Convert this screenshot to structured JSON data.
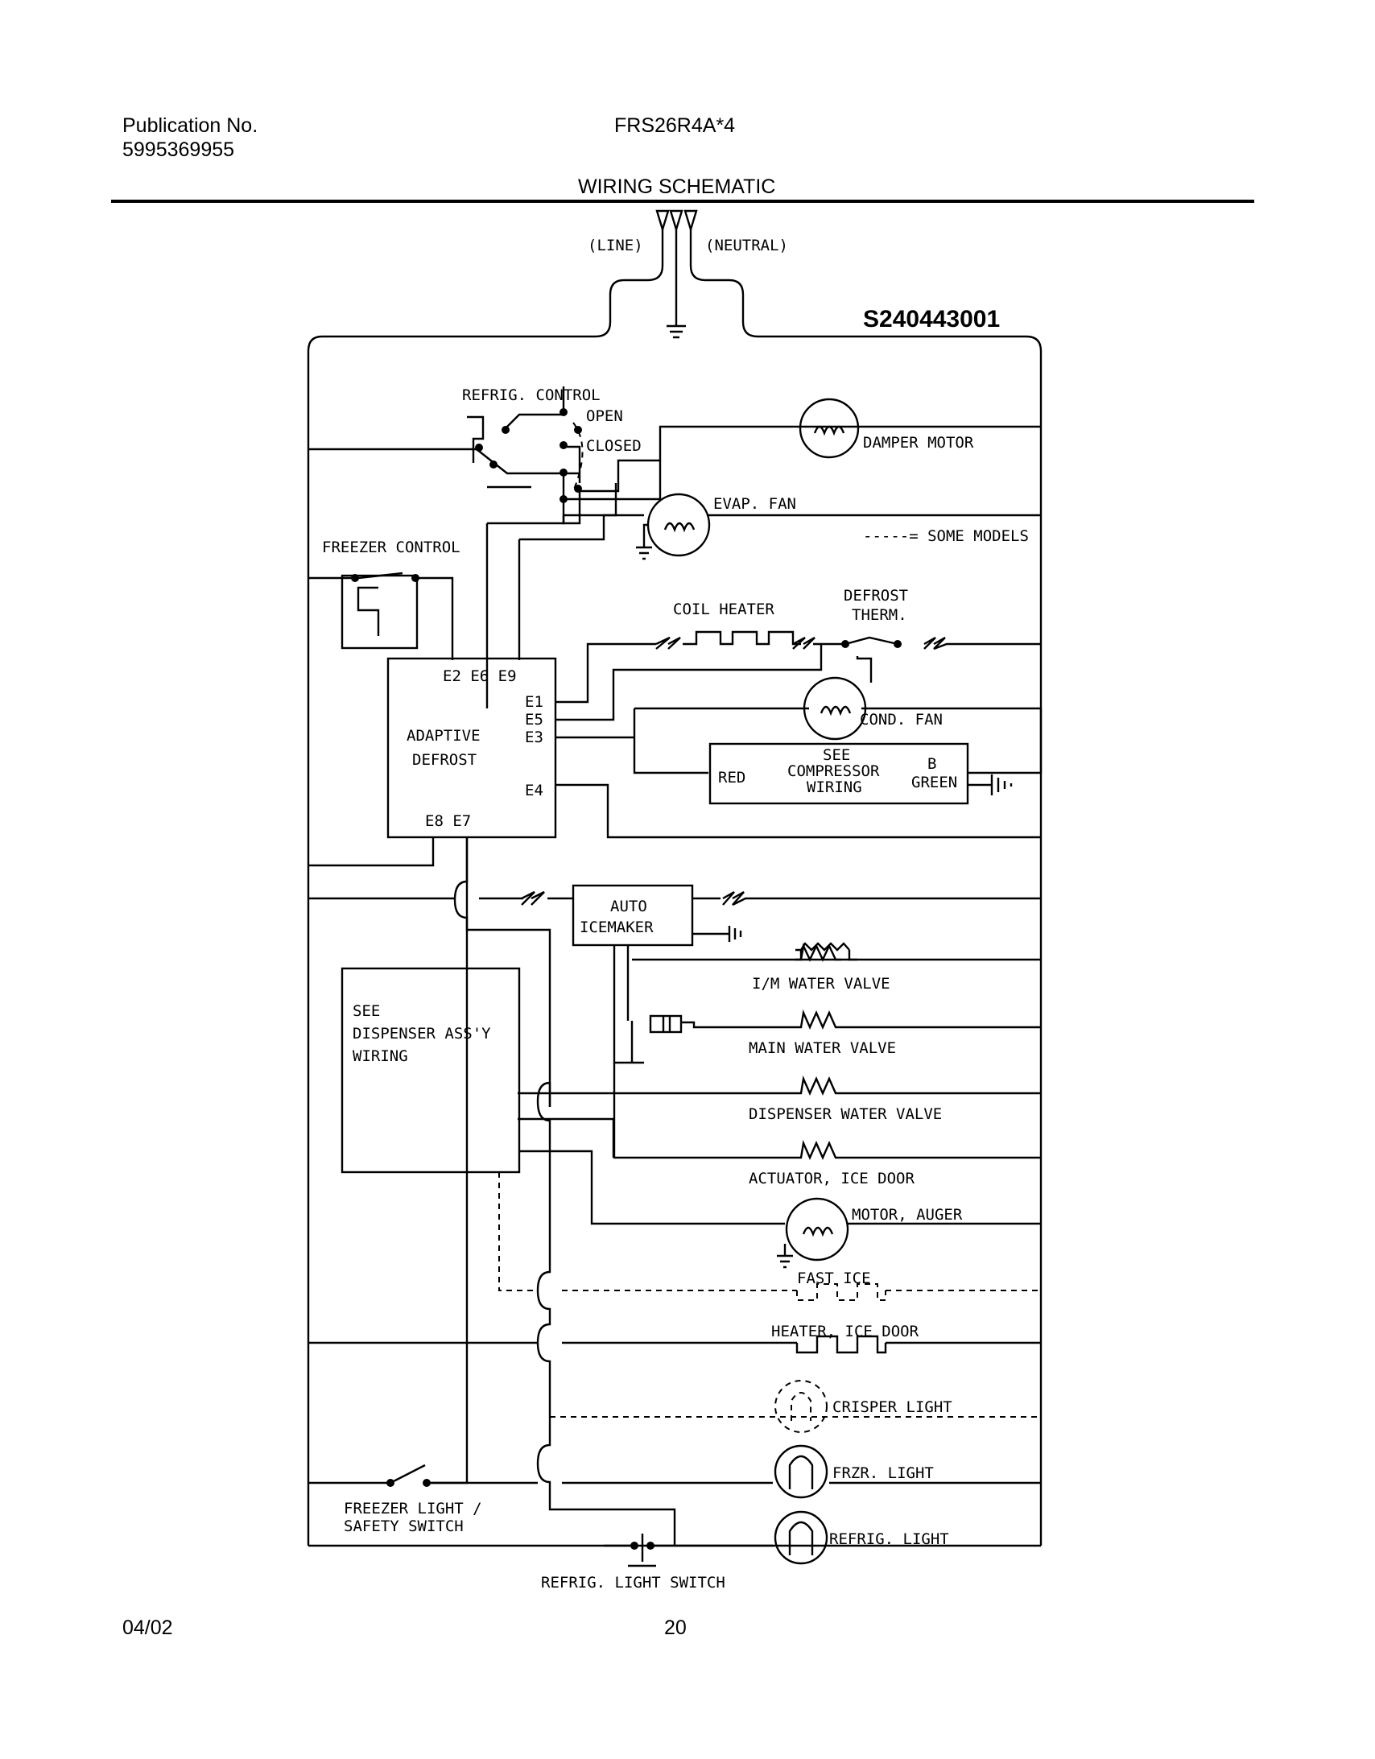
{
  "header": {
    "publication_label": "Publication No.",
    "publication_number": "5995369955",
    "model": "FRS26R4A*4",
    "title": "WIRING SCHEMATIC"
  },
  "diagram": {
    "part_number": "S240443001",
    "line_label": "(LINE)",
    "neutral_label": "(NEUTRAL)",
    "some_models_legend": "-----= SOME MODELS",
    "refrig_control": "REFRIG. CONTROL",
    "open": "OPEN",
    "closed": "CLOSED",
    "damper_motor": "DAMPER MOTOR",
    "evap_fan": "EVAP. FAN",
    "freezer_control": "FREEZER CONTROL",
    "coil_heater": "COIL HEATER",
    "defrost_therm_1": "DEFROST",
    "defrost_therm_2": "THERM.",
    "adaptive_defrost_1": "ADAPTIVE",
    "adaptive_defrost_2": "DEFROST",
    "terminals_top": "E2  E6  E9",
    "e1": "E1",
    "e5": "E5",
    "e3": "E3",
    "e4": "E4",
    "terminals_bottom": "E8  E7",
    "cond_fan": "COND. FAN",
    "see_compressor_1": "SEE",
    "see_compressor_2": "COMPRESSOR",
    "see_compressor_3": "WIRING",
    "red": "RED",
    "b": "B",
    "green": "GREEN",
    "auto_icemaker_1": "AUTO",
    "auto_icemaker_2": "ICEMAKER",
    "im_water_valve": "I/M WATER VALVE",
    "see_dispenser_1": "SEE",
    "see_dispenser_2": "DISPENSER ASS'Y",
    "see_dispenser_3": "WIRING",
    "main_water_valve": "MAIN WATER VALVE",
    "dispenser_water_valve": "DISPENSER WATER VALVE",
    "actuator_ice_door": "ACTUATOR, ICE DOOR",
    "motor_auger": "MOTOR, AUGER",
    "fast_ice": "FAST ICE",
    "heater_ice_door": "HEATER, ICE DOOR",
    "crisper_light": "CRISPER LIGHT",
    "frzr_light": "FRZR. LIGHT",
    "refrig_light": "REFRIG. LIGHT",
    "freezer_light_switch_1": "FREEZER LIGHT /",
    "freezer_light_switch_2": "SAFETY SWITCH",
    "refrig_light_switch": "REFRIG. LIGHT SWITCH"
  },
  "footer": {
    "date": "04/02",
    "page": "20"
  }
}
